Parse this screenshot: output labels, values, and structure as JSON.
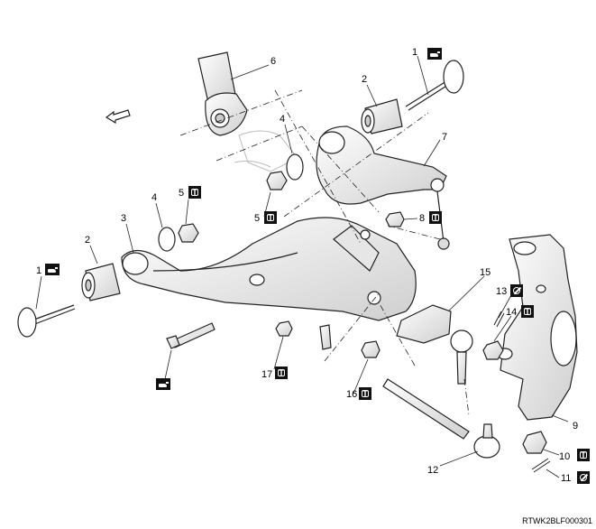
{
  "document_code": "RTWK2BLF000301",
  "callouts": {
    "c1a": "1",
    "c1b": "1",
    "c2a": "2",
    "c2b": "2",
    "c3": "3",
    "c4a": "4",
    "c4b": "4",
    "c5a": "5",
    "c5b": "5",
    "c6": "6",
    "c7": "7",
    "c8": "8",
    "c9": "9",
    "c10": "10",
    "c11": "11",
    "c12": "12",
    "c13": "13",
    "c14": "14",
    "c15": "15",
    "c16": "16",
    "c17": "17"
  },
  "symbols": {
    "torque": "T",
    "icon_names": [
      "torque-spec-icon",
      "non-reusable-part-icon",
      "grease-apply-icon"
    ]
  },
  "colors": {
    "line": "#222222",
    "fill": "#ffffff",
    "shade": "#d8d8d8",
    "symbol_bg": "#111111"
  }
}
